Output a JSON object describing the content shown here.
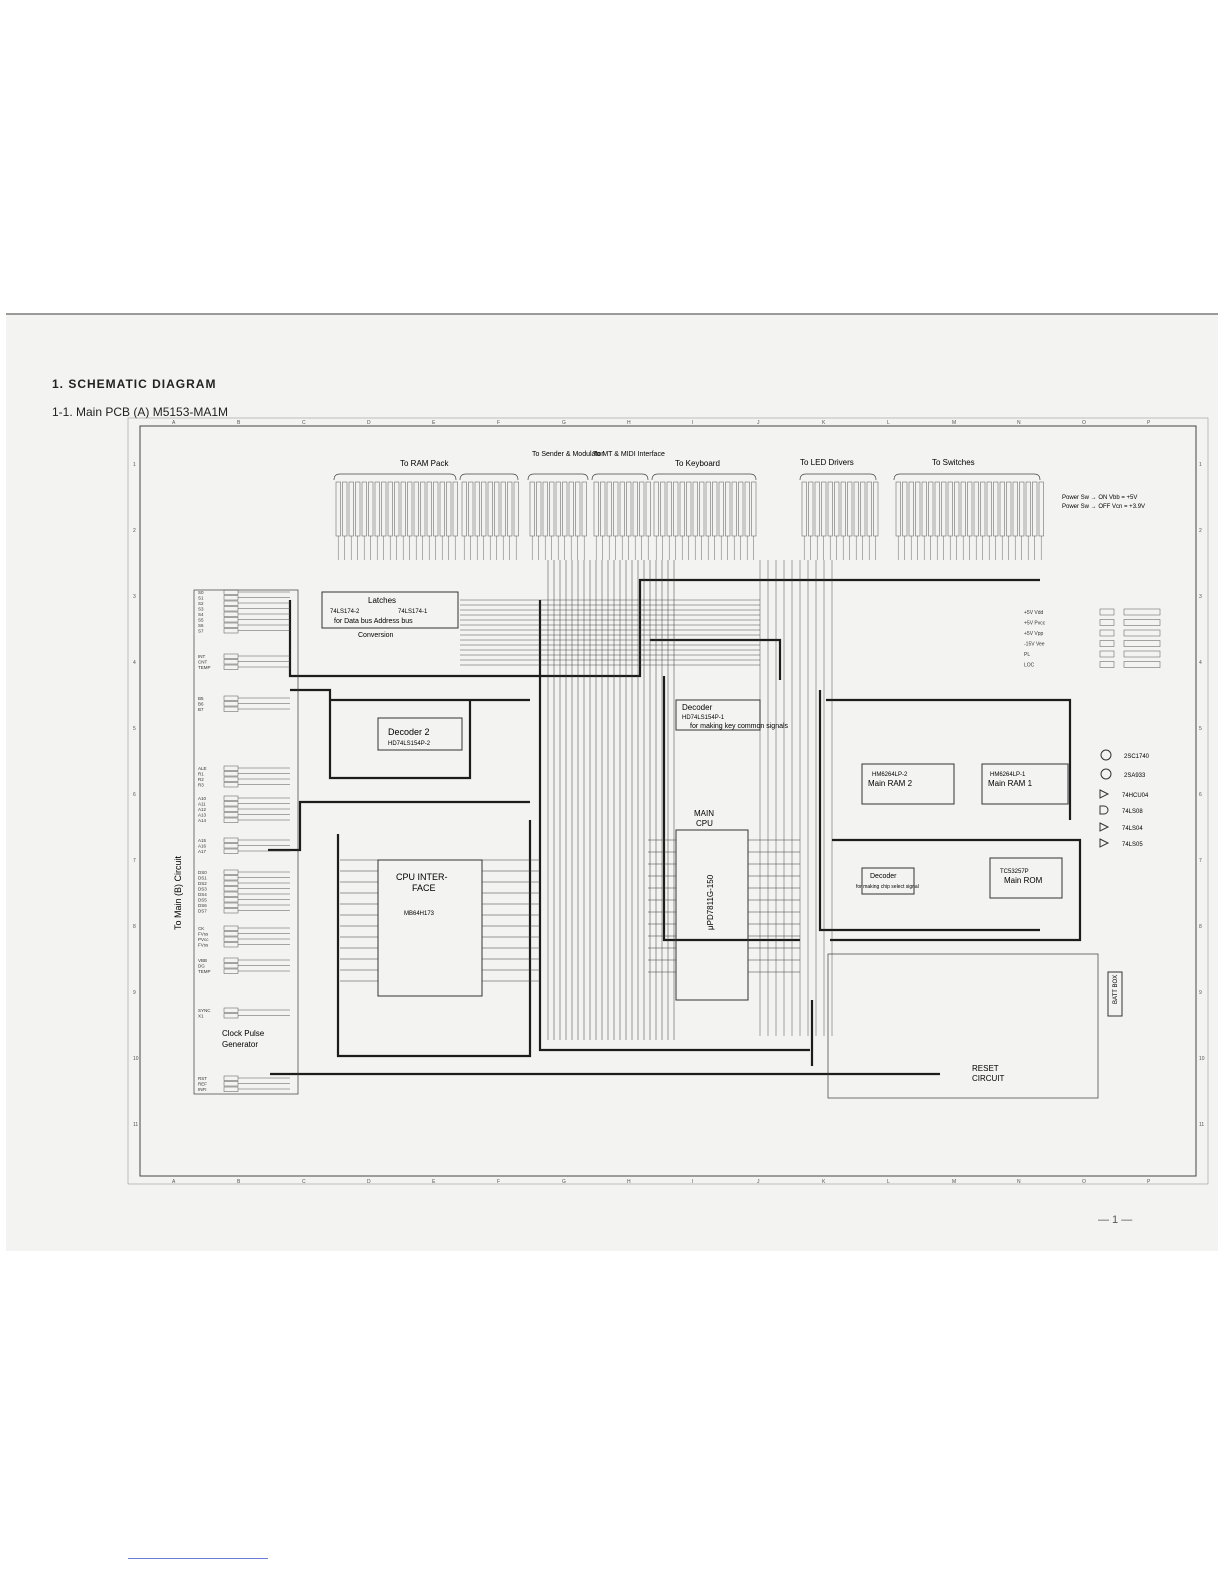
{
  "document": {
    "section_heading": "1.  SCHEMATIC DIAGRAM",
    "sub_heading": "1-1.  Main PCB (A) M5153-MA1M",
    "page_number": "— 1 —"
  },
  "grid": {
    "columns": [
      "A",
      "B",
      "C",
      "D",
      "E",
      "F",
      "G",
      "H",
      "I",
      "J",
      "K",
      "L",
      "M",
      "N",
      "O",
      "P"
    ],
    "rows": [
      "1",
      "2",
      "3",
      "4",
      "5",
      "6",
      "7",
      "8",
      "9",
      "10",
      "11"
    ]
  },
  "connectors": {
    "ram_pack": "To RAM Pack",
    "sender_modulator": "To Sender & Modulator",
    "mt_midi": "To MT & MIDI Interface",
    "keyboard": "To Keyboard",
    "led_drivers": "To LED Drivers",
    "switches": "To Switches",
    "main_b": "To Main (B) Circuit"
  },
  "power_note": {
    "line1": "Power Sw → ON  Vbb = +5V",
    "line2": "Power Sw → OFF Vcn = +3.9V"
  },
  "blocks": {
    "latches": {
      "label": "Latches",
      "l1": "74LS174-2",
      "l2": "74LS174-1",
      "sub": "for Data bus  Address bus",
      "sub2": "Conversion"
    },
    "decoder2": {
      "label": "Decoder 2",
      "part": "HD74LS154P-2"
    },
    "decoder1": {
      "label": "Decoder",
      "part": "HD74LS154P-1",
      "note": "for making key common signals"
    },
    "main_ram2": {
      "part": "HM6264LP-2",
      "label": "Main RAM 2"
    },
    "main_ram1": {
      "part": "HM6264LP-1",
      "label": "Main RAM 1"
    },
    "cpu_interface": {
      "label1": "CPU INTER-",
      "label2": "FACE",
      "part": "MB64H173"
    },
    "main_cpu": {
      "label1": "MAIN",
      "label2": "CPU",
      "part": "μPD7811G-150"
    },
    "decoder_chip": {
      "label": "Decoder",
      "note": "for making chip select signal"
    },
    "main_rom": {
      "part": "TC53257P",
      "label": "Main ROM"
    },
    "clock": {
      "label1": "Clock Pulse",
      "label2": "Generator"
    },
    "reset": {
      "label1": "RESET",
      "label2": "CIRCUIT"
    },
    "batt": "BATT BOX"
  },
  "legend": [
    {
      "symbol": "transistor-npn",
      "label": "2SC1740"
    },
    {
      "symbol": "transistor-pnp",
      "label": "2SA933"
    },
    {
      "symbol": "inverter",
      "label": "74HCU04"
    },
    {
      "symbol": "and-gate",
      "label": "74LS08"
    },
    {
      "symbol": "inverter",
      "label": "74LS04"
    },
    {
      "symbol": "inverter",
      "label": "74LS05"
    }
  ],
  "left_signals": {
    "group1": [
      "S0",
      "S1",
      "S2",
      "S3",
      "S4",
      "S5",
      "S6",
      "S7"
    ],
    "group2": [
      "INT",
      "CNT",
      "TEMP"
    ],
    "group3": [
      "B5",
      "B6",
      "B7"
    ],
    "group4": [
      "ALE",
      "R1",
      "R2",
      "R3"
    ],
    "group5": [
      "A10",
      "A11",
      "A12",
      "A13",
      "A14"
    ],
    "group6": [
      "A15",
      "A16",
      "A17"
    ],
    "group7": [
      "DS0",
      "DS1",
      "DS2",
      "DS3",
      "DS4",
      "DS5",
      "DS6",
      "DS7"
    ],
    "group8": [
      "CK",
      "FVss",
      "PVcc",
      "FVss"
    ],
    "group9": [
      "VBB",
      "DG",
      "TEMP"
    ],
    "group10": [
      "SYNC",
      "X1"
    ],
    "group11": [
      "RST",
      "REF",
      "INFI"
    ]
  },
  "right_power": [
    "+5V Vdd",
    "+5V Pvcc",
    "+5V Vpp",
    "-15V Vee",
    "PL",
    "LOC"
  ],
  "colors": {
    "ink": "#3a3a3a",
    "heavy": "#1c1c1c",
    "paper": "#f3f3f1"
  }
}
